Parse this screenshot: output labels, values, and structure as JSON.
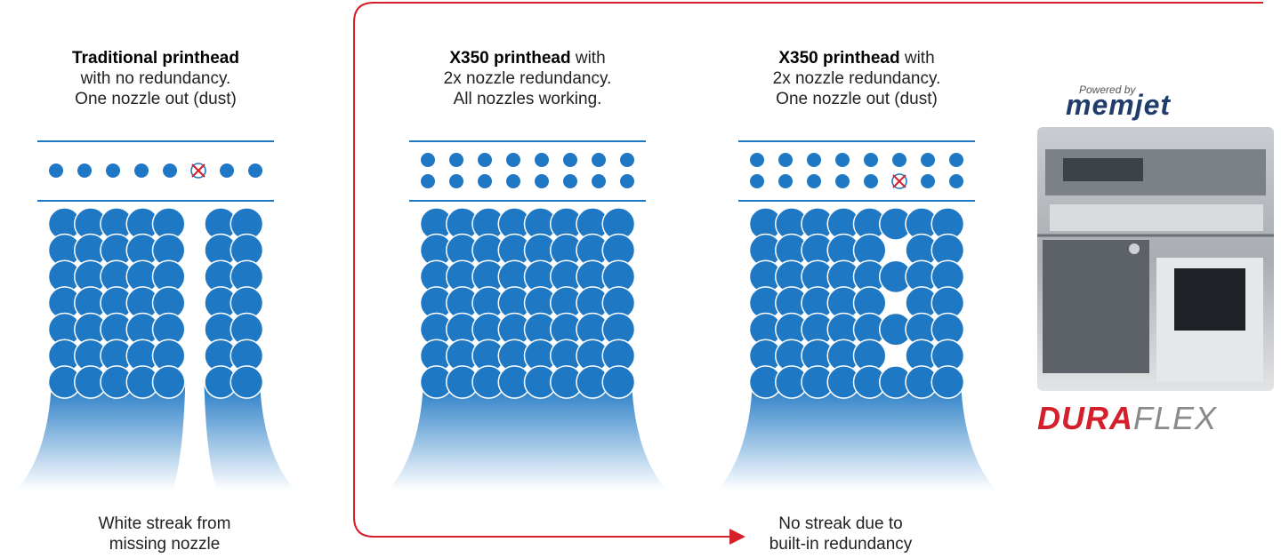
{
  "panels": [
    {
      "title_bold": "Traditional printhead",
      "title_rest": "",
      "line2": "with no redundancy.",
      "line3": "One nozzle out (dust)",
      "nozzle_rows": 1,
      "nozzle_cols": 8,
      "failed_nozzle": {
        "row": 1,
        "col": 6
      },
      "drop_columns_missing": [
        6
      ],
      "streak": true
    },
    {
      "title_bold": "X350 printhead",
      "title_rest": " with",
      "line2": "2x nozzle redundancy.",
      "line3": "All nozzles working.",
      "nozzle_rows": 2,
      "nozzle_cols": 8,
      "failed_nozzle": null,
      "drop_columns_missing": [],
      "streak": false
    },
    {
      "title_bold": "X350 printhead",
      "title_rest": " with",
      "line2": "2x nozzle redundancy.",
      "line3": "One nozzle out (dust)",
      "nozzle_rows": 2,
      "nozzle_cols": 8,
      "failed_nozzle": {
        "row": 2,
        "col": 6
      },
      "drop_columns_missing": [],
      "streak": false
    }
  ],
  "footers": {
    "left_line1": "White streak from",
    "left_line2": "missing nozzle",
    "right_line1": "No streak due to",
    "right_line2": "built-in redundancy"
  },
  "brand": {
    "powered_by": "Powered by",
    "memjet": "memjet",
    "dura": "DURA",
    "flex": "FLEX"
  },
  "colors": {
    "drop": "#1f78c4",
    "rule": "#1f78c4",
    "failed_mark": "#d4202a",
    "accent": "#d4202a"
  },
  "icons": {
    "failed_nozzle": "x-circle-icon",
    "arrow": "arrow-right-icon"
  }
}
